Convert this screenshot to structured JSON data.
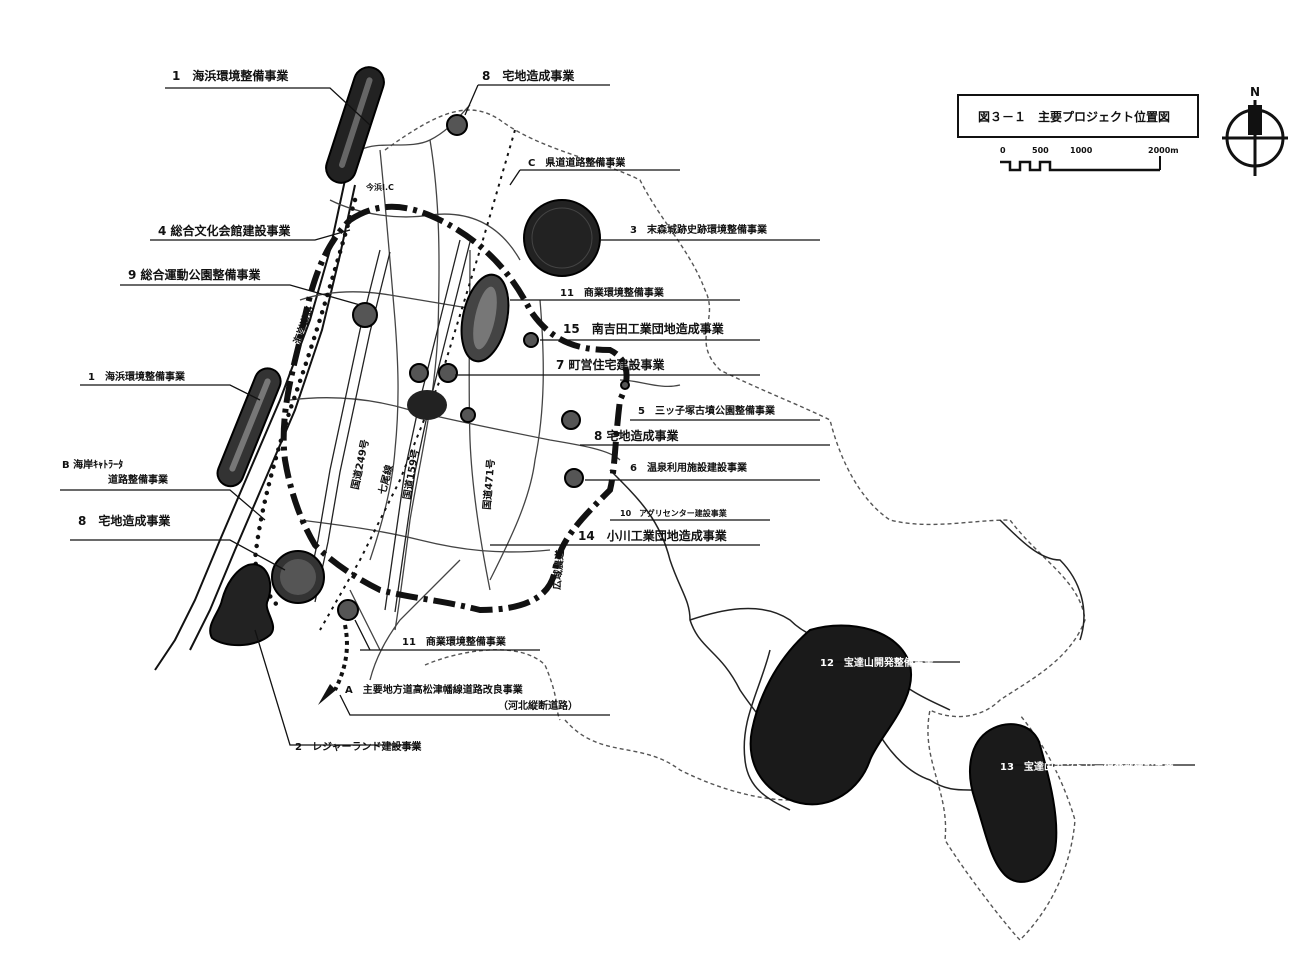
{
  "figure_title": "図３－１　主要プロジェクト位置図",
  "north_label": "N",
  "scale": {
    "ticks": [
      "0",
      "500",
      "1000",
      "2000m"
    ]
  },
  "interchange_label": "今浜I.C",
  "road_labels": {
    "route249": "国道249号",
    "nanao_line": "七尾線",
    "route159": "国道159号",
    "route471": "国道471号",
    "wide_road": "広域農道",
    "coast_road": "海岸道路"
  },
  "projects": [
    {
      "id": "p1a",
      "label": "1　海浜環境整備事業"
    },
    {
      "id": "p8a",
      "label": "8　宅地造成事業"
    },
    {
      "id": "pC",
      "label": "C　県道道路整備事業"
    },
    {
      "id": "p4",
      "label": "4 総合文化会館建設事業"
    },
    {
      "id": "p3",
      "label": "3　末森城跡史跡環境整備事業"
    },
    {
      "id": "p9",
      "label": "9 総合運動公園整備事業"
    },
    {
      "id": "p11a",
      "label": "11　商業環境整備事業"
    },
    {
      "id": "p15",
      "label": "15　南吉田工業団地造成事業"
    },
    {
      "id": "p7",
      "label": "7 町営住宅建設事業"
    },
    {
      "id": "p1b",
      "label": "1　海浜環境整備事業"
    },
    {
      "id": "p5",
      "label": "5　三ッ子塚古墳公園整備事業"
    },
    {
      "id": "p8b",
      "label": "8 宅地造成事業"
    },
    {
      "id": "pB1",
      "label": "B 海岸ｷｬﾄﾗｰﾀ"
    },
    {
      "id": "pB2",
      "label": "道路整備事業"
    },
    {
      "id": "p6",
      "label": "6　温泉利用施設建設事業"
    },
    {
      "id": "p10",
      "label": "10　アグリセンター建設事業"
    },
    {
      "id": "p8c",
      "label": "8　宅地造成事業"
    },
    {
      "id": "p14",
      "label": "14　小川工業団地造成事業"
    },
    {
      "id": "p11b",
      "label": "11　商業環境整備事業"
    },
    {
      "id": "pA1",
      "label": "A　主要地方道高松津幡線道路改良事業"
    },
    {
      "id": "pA2",
      "label": "（河北縦断道路）"
    },
    {
      "id": "p12",
      "label": "12　宝達山開発整備事業"
    },
    {
      "id": "p2",
      "label": "2　レジャーランド建設事業"
    },
    {
      "id": "p13",
      "label": "13　宝達山カントリー倶楽部建設事業"
    }
  ]
}
